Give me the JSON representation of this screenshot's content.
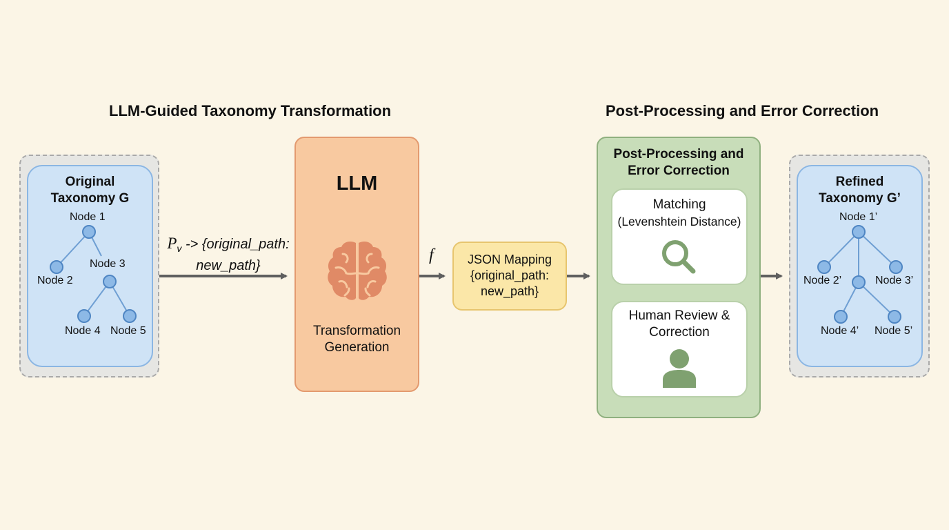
{
  "headings": {
    "left": "LLM-Guided Taxonomy Transformation",
    "right": "Post-Processing and Error Correction"
  },
  "original_taxonomy": {
    "title_line1": "Original",
    "title_line2": "Taxonomy G",
    "nodes": [
      "Node 1",
      "Node 2",
      "Node 3",
      "Node 4",
      "Node 5"
    ]
  },
  "prompt_arrow": {
    "symbol": "P",
    "subscript": "v",
    "line1_rest": " -> {original_path:",
    "line2": "new_path}"
  },
  "llm": {
    "title": "LLM",
    "icon": "brain-icon",
    "subtitle_line1": "Transformation",
    "subtitle_line2": "Generation"
  },
  "f_arrow": {
    "label": "f"
  },
  "json_mapping": {
    "line1": "JSON Mapping",
    "line2": "{original_path:",
    "line3": "new_path}"
  },
  "post_processing": {
    "title_line1": "Post-Processing and",
    "title_line2": "Error Correction",
    "matching": {
      "line1": "Matching",
      "line2": "(Levenshtein Distance)",
      "icon": "magnifier-icon"
    },
    "human_review": {
      "line1": "Human Review &",
      "line2": "Correction",
      "icon": "person-icon"
    }
  },
  "refined_taxonomy": {
    "title_line1": "Refined",
    "title_line2": "Taxonomy G’",
    "nodes": [
      "Node 1’",
      "Node 2’",
      "Node 3’",
      "Node 4’",
      "Node 5’"
    ]
  },
  "colors": {
    "background": "#fbf5e6",
    "taxonomy_fill": "#cfe3f6",
    "node_fill": "#8db9e6",
    "llm_fill": "#f8c9a0",
    "brain": "#e08a66",
    "json_fill": "#fbe7a8",
    "post_fill": "#c8ddb9",
    "post_icon": "#7fa170",
    "arrow": "#5f5f5f"
  }
}
